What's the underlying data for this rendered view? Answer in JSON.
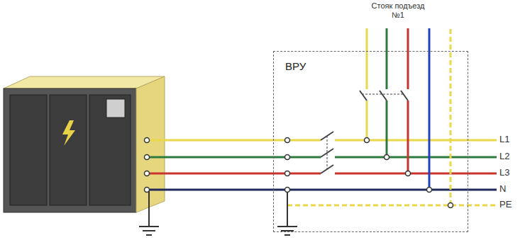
{
  "diagram": {
    "nodes": [
      {
        "text": [
          "ВРУ"
        ]
      }
    ],
    "labels": [
      "Стояк подъезд №1",
      "L1",
      "L2",
      "L3",
      "N",
      "PE"
    ]
  }
}
